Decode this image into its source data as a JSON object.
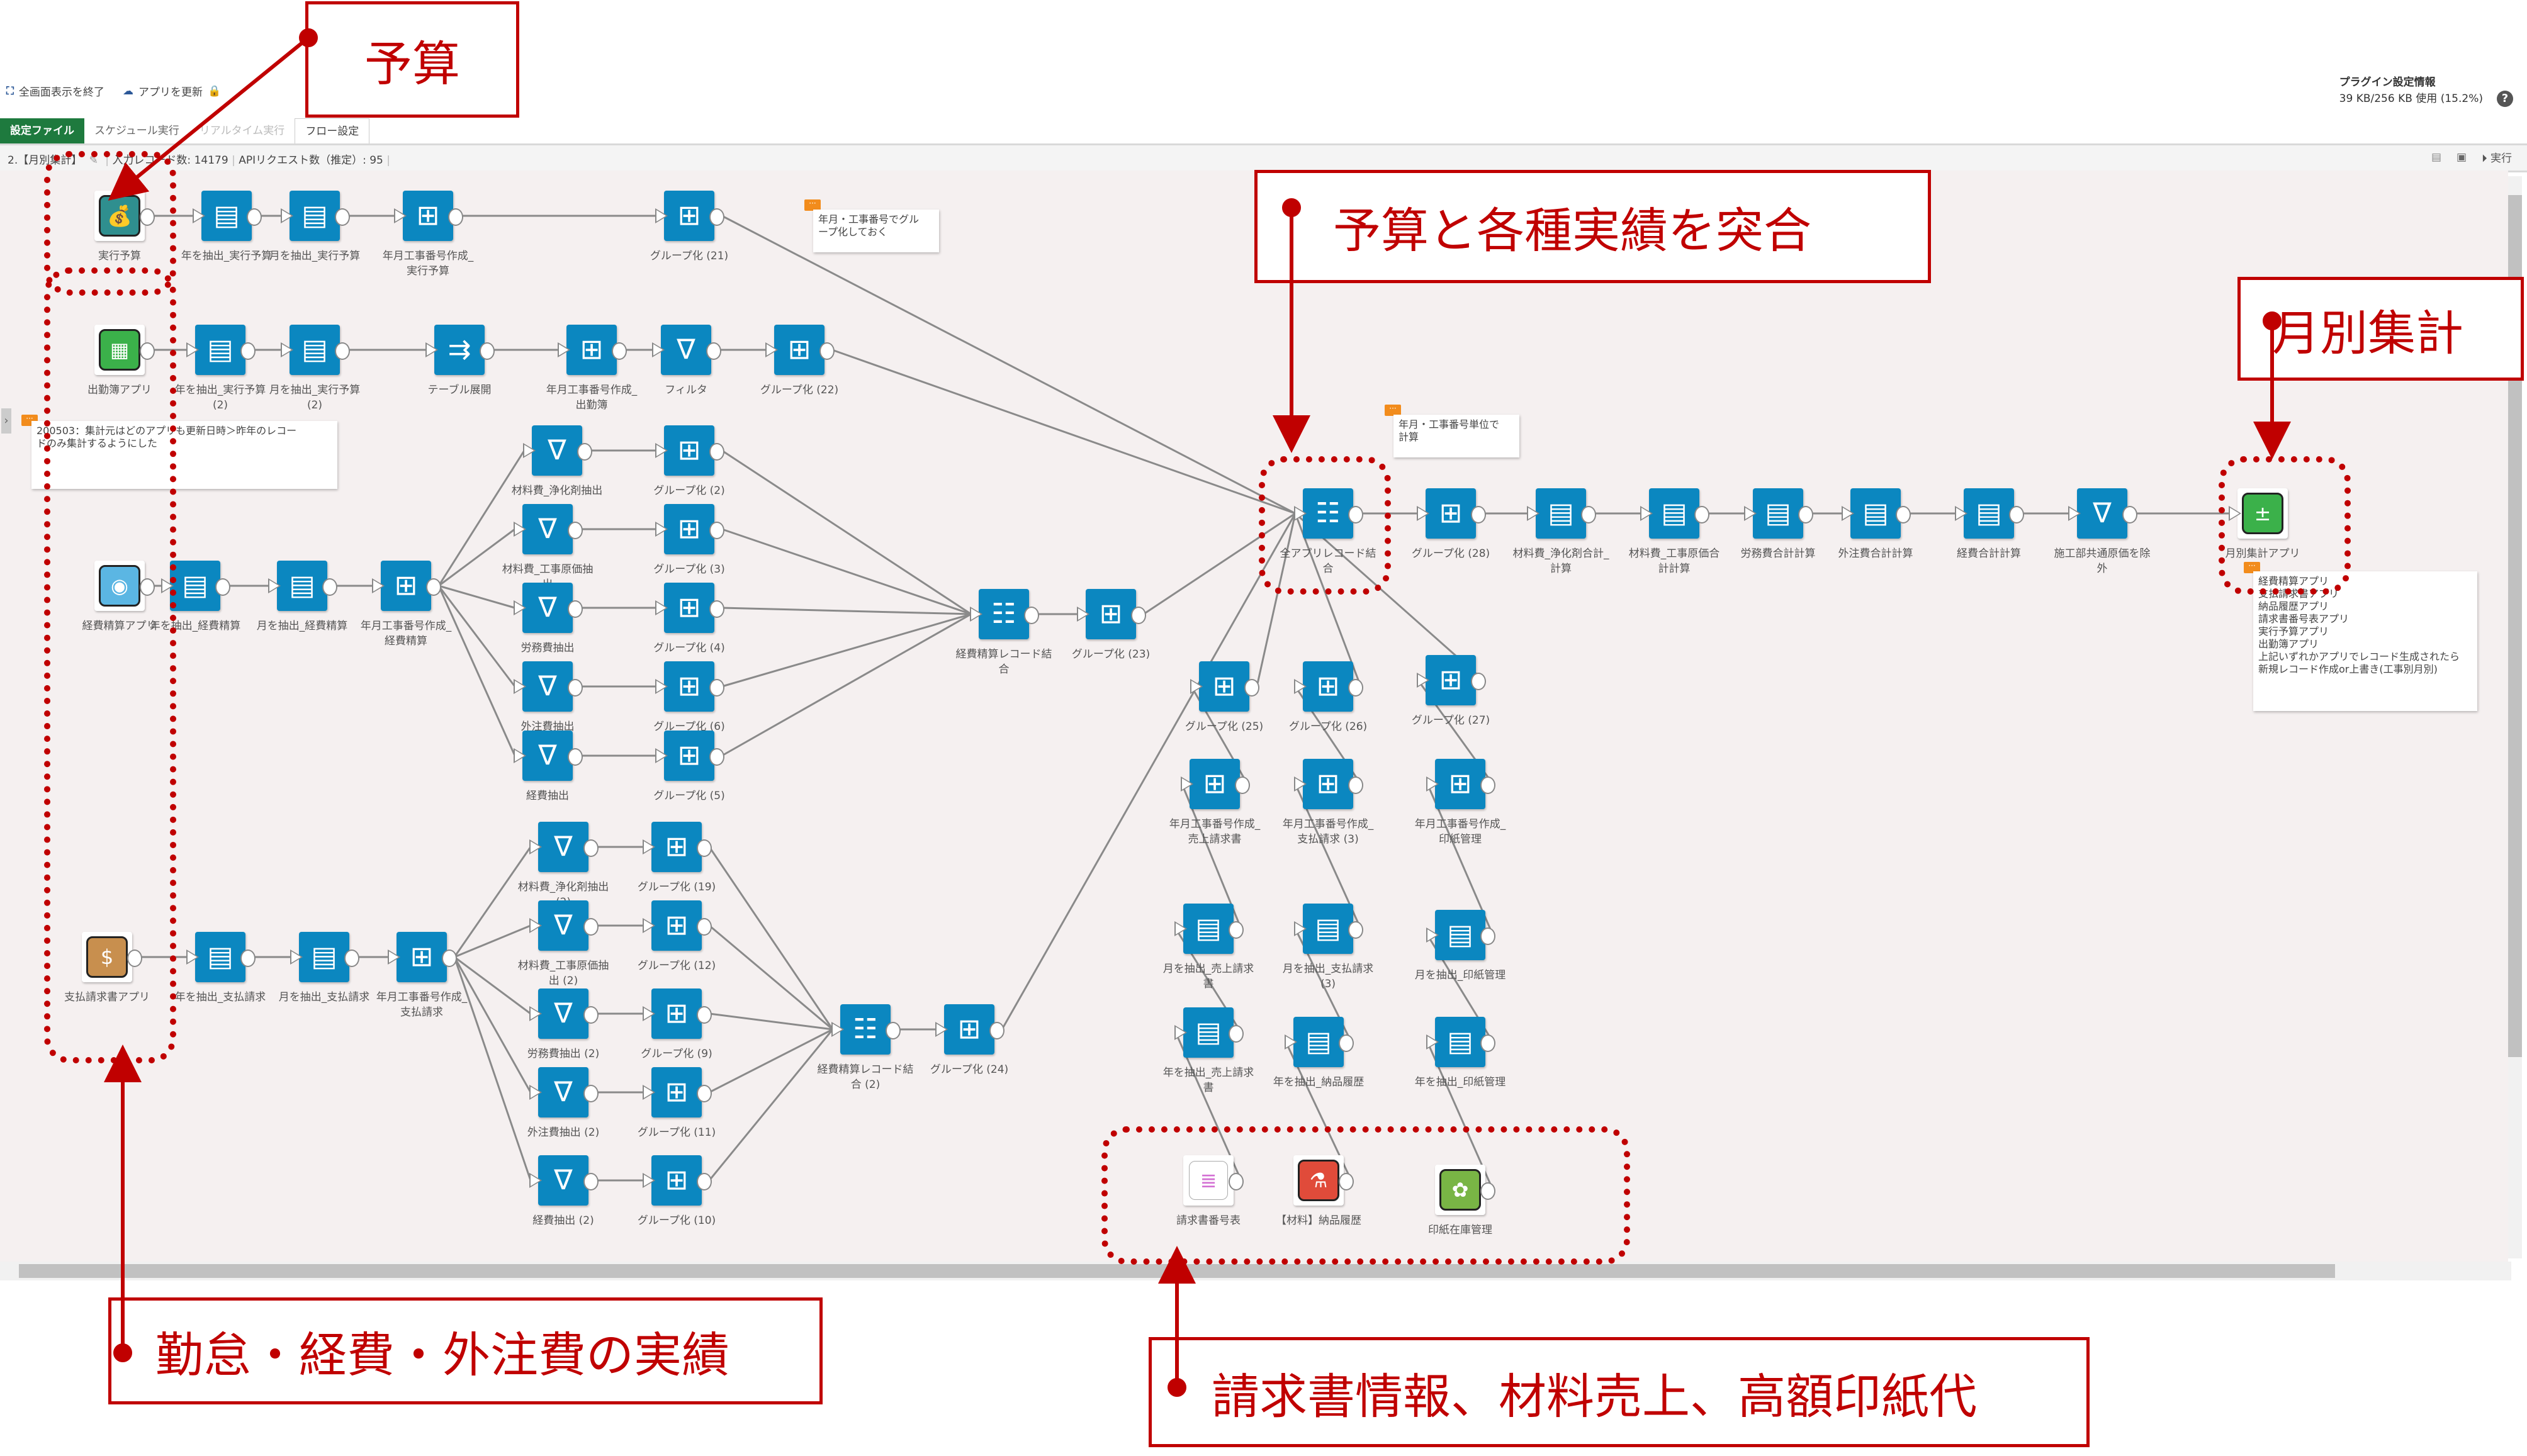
{
  "toolbar": {
    "exit_fullscreen": "全画面表示を終了",
    "update_app": "アプリを更新"
  },
  "plugin_info": {
    "title": "プラグイン設定情報",
    "usage": "39 KB/256 KB 使用 (15.2%)"
  },
  "tabs": [
    {
      "label": "設定ファイル",
      "state": "primary"
    },
    {
      "label": "スケジュール実行",
      "state": "normal"
    },
    {
      "label": "リアルタイム実行",
      "state": "disabled"
    },
    {
      "label": "フロー設定",
      "state": "active"
    }
  ],
  "infobar": {
    "flow_name": "2.【月別集計】",
    "input_records": "入力レコード数: 14179",
    "api_requests": "APIリクエスト数（推定）: 95",
    "run_label": "実行"
  },
  "colors": {
    "node_blue": "#0b87c0",
    "annotation_red": "#c00000",
    "note_orange": "#f28c1c",
    "canvas_bg": "#f5f0f0",
    "primary_tab": "#1e7a3e"
  },
  "nodes": [
    {
      "id": "n_budget_app",
      "label": "実行予算",
      "type": "app",
      "icon": "money-bag-icon"
    },
    {
      "id": "n_y1",
      "label": "年を抽出_実行予算",
      "type": "calc",
      "icon": "table-edit-icon"
    },
    {
      "id": "n_m1",
      "label": "月を抽出_実行予算",
      "type": "calc",
      "icon": "table-edit-icon"
    },
    {
      "id": "n_ym1",
      "label": "年月工事番号作成_実行予算",
      "type": "col",
      "icon": "table-column-icon"
    },
    {
      "id": "n_g21",
      "label": "グループ化 (21)",
      "type": "group",
      "icon": "group-icon"
    },
    {
      "id": "n_att_app",
      "label": "出勤簿アプリ",
      "type": "app",
      "icon": "calendar-icon"
    },
    {
      "id": "n_y2",
      "label": "年を抽出_実行予算 (2)",
      "type": "calc",
      "icon": "table-edit-icon"
    },
    {
      "id": "n_m2",
      "label": "月を抽出_実行予算 (2)",
      "type": "calc",
      "icon": "table-edit-icon"
    },
    {
      "id": "n_tbl",
      "label": "テーブル展開",
      "type": "expand",
      "icon": "table-expand-icon"
    },
    {
      "id": "n_ym2",
      "label": "年月工事番号作成_出勤簿",
      "type": "col",
      "icon": "table-column-icon"
    },
    {
      "id": "n_f1",
      "label": "フィルタ",
      "type": "filter",
      "icon": "filter-icon"
    },
    {
      "id": "n_g22",
      "label": "グループ化 (22)",
      "type": "group",
      "icon": "group-icon"
    },
    {
      "id": "n_exp_app",
      "label": "経費精算アプリ",
      "type": "app",
      "icon": "money-icon"
    },
    {
      "id": "n_y3",
      "label": "年を抽出_経費精算",
      "type": "calc",
      "icon": "table-edit-icon"
    },
    {
      "id": "n_m3",
      "label": "月を抽出_経費精算",
      "type": "calc",
      "icon": "table-edit-icon"
    },
    {
      "id": "n_ym3",
      "label": "年月工事番号作成_経費精算",
      "type": "col",
      "icon": "table-column-icon"
    },
    {
      "id": "n_fa1",
      "label": "材料費_浄化剤抽出",
      "type": "filter",
      "icon": "filter-icon"
    },
    {
      "id": "n_fa2",
      "label": "材料費_工事原価抽出",
      "type": "filter",
      "icon": "filter-icon"
    },
    {
      "id": "n_fa3",
      "label": "労務費抽出",
      "type": "filter",
      "icon": "filter-icon"
    },
    {
      "id": "n_fa4",
      "label": "外注費抽出",
      "type": "filter",
      "icon": "filter-icon"
    },
    {
      "id": "n_fa5",
      "label": "経費抽出",
      "type": "filter",
      "icon": "filter-icon"
    },
    {
      "id": "n_g2",
      "label": "グループ化 (2)",
      "type": "group",
      "icon": "group-icon"
    },
    {
      "id": "n_g3",
      "label": "グループ化 (3)",
      "type": "group",
      "icon": "group-icon"
    },
    {
      "id": "n_g4",
      "label": "グループ化 (4)",
      "type": "group",
      "icon": "group-icon"
    },
    {
      "id": "n_g6",
      "label": "グループ化 (6)",
      "type": "group",
      "icon": "group-icon"
    },
    {
      "id": "n_g5",
      "label": "グループ化 (5)",
      "type": "group",
      "icon": "group-icon"
    },
    {
      "id": "n_join1",
      "label": "経費精算レコード結合",
      "type": "join",
      "icon": "join-icon"
    },
    {
      "id": "n_g23",
      "label": "グループ化 (23)",
      "type": "group",
      "icon": "group-icon"
    },
    {
      "id": "n_pay_app",
      "label": "支払請求書アプリ",
      "type": "app",
      "icon": "money-bag-brown-icon"
    },
    {
      "id": "n_y4",
      "label": "年を抽出_支払請求",
      "type": "calc",
      "icon": "table-edit-icon"
    },
    {
      "id": "n_m4",
      "label": "月を抽出_支払請求",
      "type": "calc",
      "icon": "table-edit-icon"
    },
    {
      "id": "n_ym4",
      "label": "年月工事番号作成_支払請求",
      "type": "col",
      "icon": "table-column-icon"
    },
    {
      "id": "n_fb1",
      "label": "材料費_浄化剤抽出 (2)",
      "type": "filter",
      "icon": "filter-icon"
    },
    {
      "id": "n_fb2",
      "label": "材料費_工事原価抽出 (2)",
      "type": "filter",
      "icon": "filter-icon"
    },
    {
      "id": "n_fb3",
      "label": "労務費抽出 (2)",
      "type": "filter",
      "icon": "filter-icon"
    },
    {
      "id": "n_fb4",
      "label": "外注費抽出 (2)",
      "type": "filter",
      "icon": "filter-icon"
    },
    {
      "id": "n_fb5",
      "label": "経費抽出 (2)",
      "type": "filter",
      "icon": "filter-icon"
    },
    {
      "id": "n_g19",
      "label": "グループ化 (19)",
      "type": "group",
      "icon": "group-icon"
    },
    {
      "id": "n_g12",
      "label": "グループ化 (12)",
      "type": "group",
      "icon": "group-icon"
    },
    {
      "id": "n_g9",
      "label": "グループ化 (9)",
      "type": "group",
      "icon": "group-icon"
    },
    {
      "id": "n_g11",
      "label": "グループ化 (11)",
      "type": "group",
      "icon": "group-icon"
    },
    {
      "id": "n_g10",
      "label": "グループ化 (10)",
      "type": "group",
      "icon": "group-icon"
    },
    {
      "id": "n_join2",
      "label": "経費精算レコード結合 (2)",
      "type": "join",
      "icon": "join-icon"
    },
    {
      "id": "n_g24",
      "label": "グループ化 (24)",
      "type": "group",
      "icon": "group-icon"
    },
    {
      "id": "n_joinall",
      "label": "全アプリレコード結合",
      "type": "join",
      "icon": "join-icon"
    },
    {
      "id": "n_g28",
      "label": "グループ化 (28)",
      "type": "group",
      "icon": "group-icon"
    },
    {
      "id": "n_c1",
      "label": "材料費_浄化剤合計_計算",
      "type": "calc",
      "icon": "table-edit-icon"
    },
    {
      "id": "n_c2",
      "label": "材料費_工事原価合計計算",
      "type": "calc",
      "icon": "table-edit-icon"
    },
    {
      "id": "n_c3",
      "label": "労務費合計計算",
      "type": "calc",
      "icon": "table-edit-icon"
    },
    {
      "id": "n_c4",
      "label": "外注費合計計算",
      "type": "calc",
      "icon": "table-edit-icon"
    },
    {
      "id": "n_c5",
      "label": "経費合計計算",
      "type": "calc",
      "icon": "table-edit-icon"
    },
    {
      "id": "n_f2",
      "label": "施工部共通原価を除外",
      "type": "filter",
      "icon": "filter-icon"
    },
    {
      "id": "n_monthly_app",
      "label": "月別集計アプリ",
      "type": "app",
      "icon": "calculator-icon"
    },
    {
      "id": "n_g25",
      "label": "グループ化 (25)",
      "type": "group",
      "icon": "group-icon"
    },
    {
      "id": "n_g26",
      "label": "グループ化 (26)",
      "type": "group",
      "icon": "group-icon"
    },
    {
      "id": "n_g27",
      "label": "グループ化 (27)",
      "type": "group",
      "icon": "group-icon"
    },
    {
      "id": "n_ym5",
      "label": "年月工事番号作成_売上請求書",
      "type": "col",
      "icon": "table-column-icon"
    },
    {
      "id": "n_ym6",
      "label": "年月工事番号作成_支払請求 (3)",
      "type": "col",
      "icon": "table-column-icon"
    },
    {
      "id": "n_ym7",
      "label": "年月工事番号作成_印紙管理",
      "type": "col",
      "icon": "table-column-icon"
    },
    {
      "id": "n_m5",
      "label": "月を抽出_売上請求書",
      "type": "calc",
      "icon": "table-edit-icon"
    },
    {
      "id": "n_m6",
      "label": "月を抽出_支払請求 (3)",
      "type": "calc",
      "icon": "table-edit-icon"
    },
    {
      "id": "n_m7",
      "label": "月を抽出_印紙管理",
      "type": "calc",
      "icon": "table-edit-icon"
    },
    {
      "id": "n_y5",
      "label": "年を抽出_売上請求書",
      "type": "calc",
      "icon": "table-edit-icon"
    },
    {
      "id": "n_y6",
      "label": "年を抽出_納品履歴",
      "type": "calc",
      "icon": "table-edit-icon"
    },
    {
      "id": "n_y7",
      "label": "年を抽出_印紙管理",
      "type": "calc",
      "icon": "table-edit-icon"
    },
    {
      "id": "n_inv_app",
      "label": "請求書番号表",
      "type": "app",
      "icon": "invoice-icon"
    },
    {
      "id": "n_mat_app",
      "label": "【材料】納品履歴",
      "type": "app",
      "icon": "flask-icon"
    },
    {
      "id": "n_stamp_app",
      "label": "印紙在庫管理",
      "type": "app",
      "icon": "stamp-icon"
    }
  ],
  "edges": [
    [
      "n_budget_app",
      "n_y1"
    ],
    [
      "n_y1",
      "n_m1"
    ],
    [
      "n_m1",
      "n_ym1"
    ],
    [
      "n_ym1",
      "n_g21"
    ],
    [
      "n_g21",
      "n_joinall"
    ],
    [
      "n_att_app",
      "n_y2"
    ],
    [
      "n_y2",
      "n_m2"
    ],
    [
      "n_m2",
      "n_tbl"
    ],
    [
      "n_tbl",
      "n_ym2"
    ],
    [
      "n_ym2",
      "n_f1"
    ],
    [
      "n_f1",
      "n_g22"
    ],
    [
      "n_g22",
      "n_joinall"
    ],
    [
      "n_exp_app",
      "n_y3"
    ],
    [
      "n_y3",
      "n_m3"
    ],
    [
      "n_m3",
      "n_ym3"
    ],
    [
      "n_ym3",
      "n_fa1"
    ],
    [
      "n_ym3",
      "n_fa2"
    ],
    [
      "n_ym3",
      "n_fa3"
    ],
    [
      "n_ym3",
      "n_fa4"
    ],
    [
      "n_ym3",
      "n_fa5"
    ],
    [
      "n_fa1",
      "n_g2"
    ],
    [
      "n_fa2",
      "n_g3"
    ],
    [
      "n_fa3",
      "n_g4"
    ],
    [
      "n_fa4",
      "n_g6"
    ],
    [
      "n_fa5",
      "n_g5"
    ],
    [
      "n_g2",
      "n_join1"
    ],
    [
      "n_g3",
      "n_join1"
    ],
    [
      "n_g4",
      "n_join1"
    ],
    [
      "n_g6",
      "n_join1"
    ],
    [
      "n_g5",
      "n_join1"
    ],
    [
      "n_join1",
      "n_g23"
    ],
    [
      "n_g23",
      "n_joinall"
    ],
    [
      "n_pay_app",
      "n_y4"
    ],
    [
      "n_y4",
      "n_m4"
    ],
    [
      "n_m4",
      "n_ym4"
    ],
    [
      "n_ym4",
      "n_fb1"
    ],
    [
      "n_ym4",
      "n_fb2"
    ],
    [
      "n_ym4",
      "n_fb3"
    ],
    [
      "n_ym4",
      "n_fb4"
    ],
    [
      "n_ym4",
      "n_fb5"
    ],
    [
      "n_fb1",
      "n_g19"
    ],
    [
      "n_fb2",
      "n_g12"
    ],
    [
      "n_fb3",
      "n_g9"
    ],
    [
      "n_fb4",
      "n_g11"
    ],
    [
      "n_fb5",
      "n_g10"
    ],
    [
      "n_g19",
      "n_join2"
    ],
    [
      "n_g12",
      "n_join2"
    ],
    [
      "n_g9",
      "n_join2"
    ],
    [
      "n_g11",
      "n_join2"
    ],
    [
      "n_g10",
      "n_join2"
    ],
    [
      "n_join2",
      "n_g24"
    ],
    [
      "n_g24",
      "n_joinall"
    ],
    [
      "n_g25",
      "n_joinall"
    ],
    [
      "n_g26",
      "n_joinall"
    ],
    [
      "n_g27",
      "n_joinall"
    ],
    [
      "n_ym5",
      "n_g25"
    ],
    [
      "n_ym6",
      "n_g26"
    ],
    [
      "n_ym7",
      "n_g27"
    ],
    [
      "n_m5",
      "n_ym5"
    ],
    [
      "n_m6",
      "n_ym6"
    ],
    [
      "n_m7",
      "n_ym7"
    ],
    [
      "n_y5",
      "n_m5"
    ],
    [
      "n_y6",
      "n_m6"
    ],
    [
      "n_y7",
      "n_m7"
    ],
    [
      "n_inv_app",
      "n_y5"
    ],
    [
      "n_mat_app",
      "n_y6"
    ],
    [
      "n_stamp_app",
      "n_y7"
    ],
    [
      "n_joinall",
      "n_g28"
    ],
    [
      "n_g28",
      "n_c1"
    ],
    [
      "n_c1",
      "n_c2"
    ],
    [
      "n_c2",
      "n_c3"
    ],
    [
      "n_c3",
      "n_c4"
    ],
    [
      "n_c4",
      "n_c5"
    ],
    [
      "n_c5",
      "n_f2"
    ],
    [
      "n_f2",
      "n_monthly_app"
    ]
  ],
  "notes": [
    {
      "id": "note_group",
      "text": "年月・工事番号でグル\nープ化しておく"
    },
    {
      "id": "note_calc",
      "text": "年月・工事番号単位で\n計算"
    },
    {
      "id": "note_filter",
      "text": "200503：集計元はどのアプリも更新日時＞昨年のレコー\nドのみ集計するようにした"
    },
    {
      "id": "note_monthly",
      "text": "経費精算アプリ\n支払請求書アプリ\n納品履歴アプリ\n請求書番号表アプリ\n実行予算アプリ\n出勤簿アプリ\n上記いずれかアプリでレコード生成されたら\n新規レコード作成or上書き(工事別月別)"
    }
  ],
  "callouts": [
    {
      "id": "c_budget",
      "text": "予算"
    },
    {
      "id": "c_match",
      "text": "予算と各種実績を突合"
    },
    {
      "id": "c_monthly",
      "text": "月別集計"
    },
    {
      "id": "c_actuals",
      "text": "勤怠・経費・外注費の実績"
    },
    {
      "id": "c_invoice",
      "text": "請求書情報、材料売上、高額印紙代"
    }
  ]
}
